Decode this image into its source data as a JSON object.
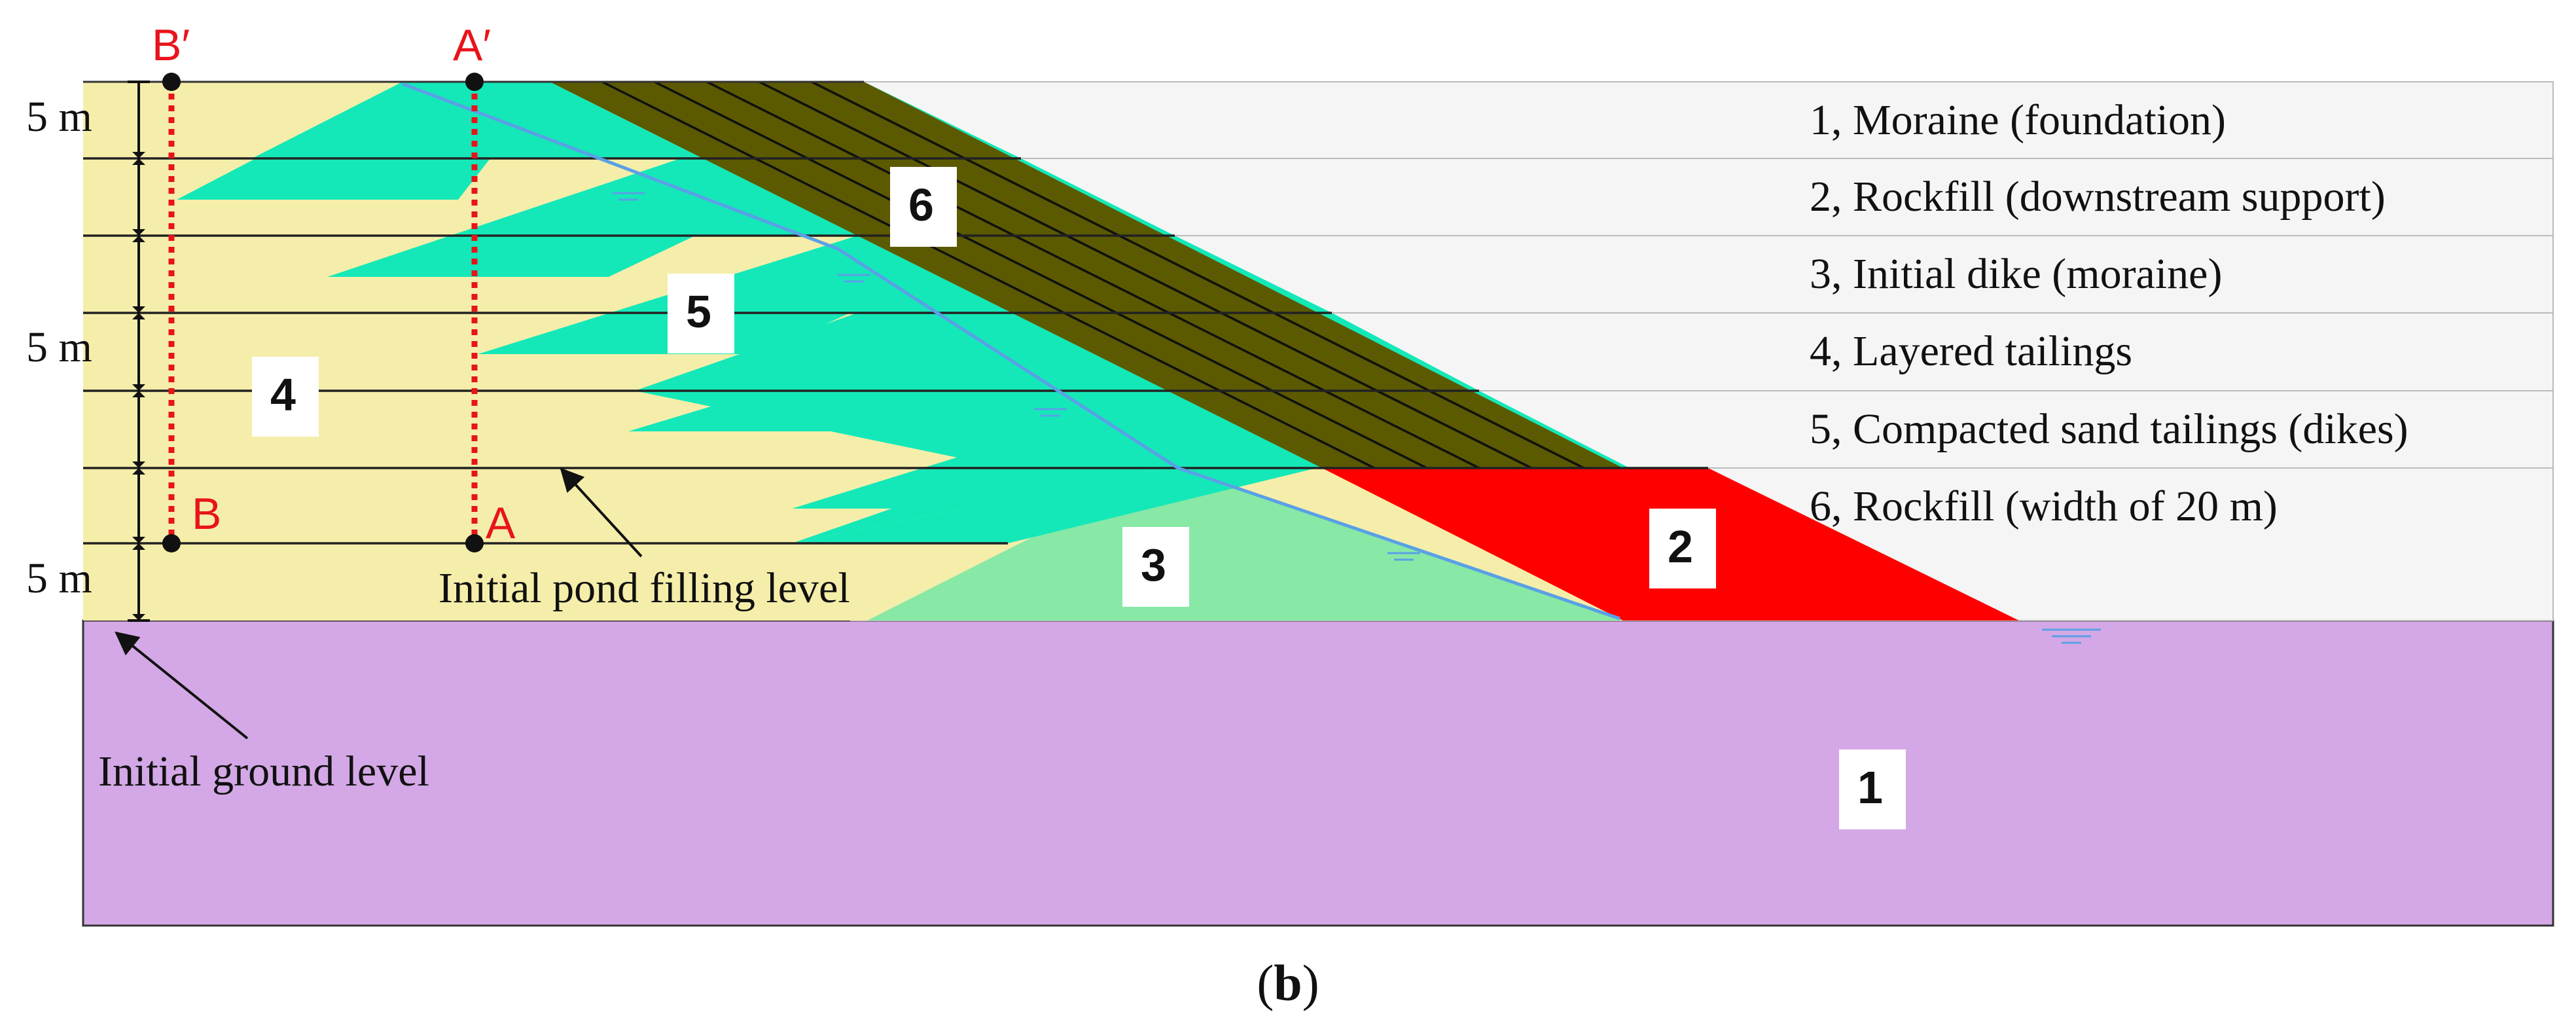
{
  "colors": {
    "moraine_foundation": "#d4a8e6",
    "rockfill_support": "#ff0000",
    "initial_dike": "#88e8a6",
    "layered_tailings": "#f5eeaa",
    "sand_tailings": "#14e8b8",
    "rockfill_cover": "#5c5a00",
    "legend_band": "#f5f5f5",
    "section_line": "#e8141b",
    "phreatic_line": "#5aa0e6"
  },
  "legend": [
    "1, Moraine (foundation)",
    "2, Rockfill (downstream support)",
    "3, Initial dike (moraine)",
    "4, Layered tailings",
    "5, Compacted sand tailings (dikes)",
    "6, Rockfill (width of 20 m)"
  ],
  "zone_numbers": {
    "z1": "1",
    "z2": "2",
    "z3": "3",
    "z4": "4",
    "z5": "5",
    "z6": "6"
  },
  "dimensions": {
    "top": "5 m",
    "middle": "5 m",
    "bottom": "5 m"
  },
  "points": {
    "b_top": "B′",
    "a_top": "A′",
    "b_bottom": "B",
    "a_bottom": "A"
  },
  "annotations": {
    "pond_level": "Initial pond filling level",
    "ground_level": "Initial ground level"
  },
  "caption": {
    "open": "(",
    "bold": "b",
    "close": ")"
  }
}
